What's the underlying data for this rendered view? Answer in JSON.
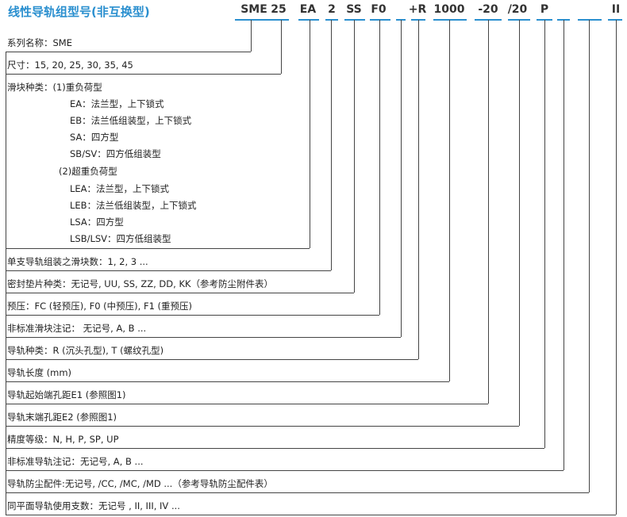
{
  "title": "线性导轨组型号(非互换型)",
  "codes": [
    "SME",
    "25",
    "EA",
    "2",
    "SS",
    "F0",
    "+R",
    "1000",
    "-20",
    "/20",
    "P",
    "",
    "II"
  ],
  "rows": [
    "系列名称：SME",
    "尺寸：15, 20, 25, 30, 35, 45",
    "滑块种类：(1)重负荷型",
    "EA：法兰型，上下锁式",
    "EB：法兰低组装型，上下锁式",
    "SA：四方型",
    "SB/SV：四方低组装型",
    "(2)超重负荷型",
    "LEA：法兰型，上下锁式",
    "LEB：法兰低组装型，上下锁式",
    "LSA：四方型",
    "LSB/LSV：四方低组装型",
    "单支导轨组装之滑块数：1, 2, 3 ...",
    "密封垫片种类：无记号, UU, SS, ZZ, DD, KK（参考防尘附件表）",
    "预压：FC (轻预压), F0 (中预压), F1 (重预压)",
    "非标准滑块注记： 无记号, A, B ...",
    "导轨种类：R (沉头孔型), T (螺纹孔型)",
    "导轨长度 (mm)",
    "导轨起始端孔距E1 (参照图1)",
    "导轨末端孔距E2 (参照图1)",
    "精度等级：N, H, P, SP, UP",
    "非标准导轨注记：无记号, A, B ...",
    "导轨防尘配件:无记号, /CC, /MC, /MD ...（参考导轨防尘配件表）",
    "同平面导轨使用支数：无记号 , II, III, IV ..."
  ],
  "colors": {
    "accent": "#2a8fcf",
    "line": "#444444",
    "text": "#222222"
  }
}
